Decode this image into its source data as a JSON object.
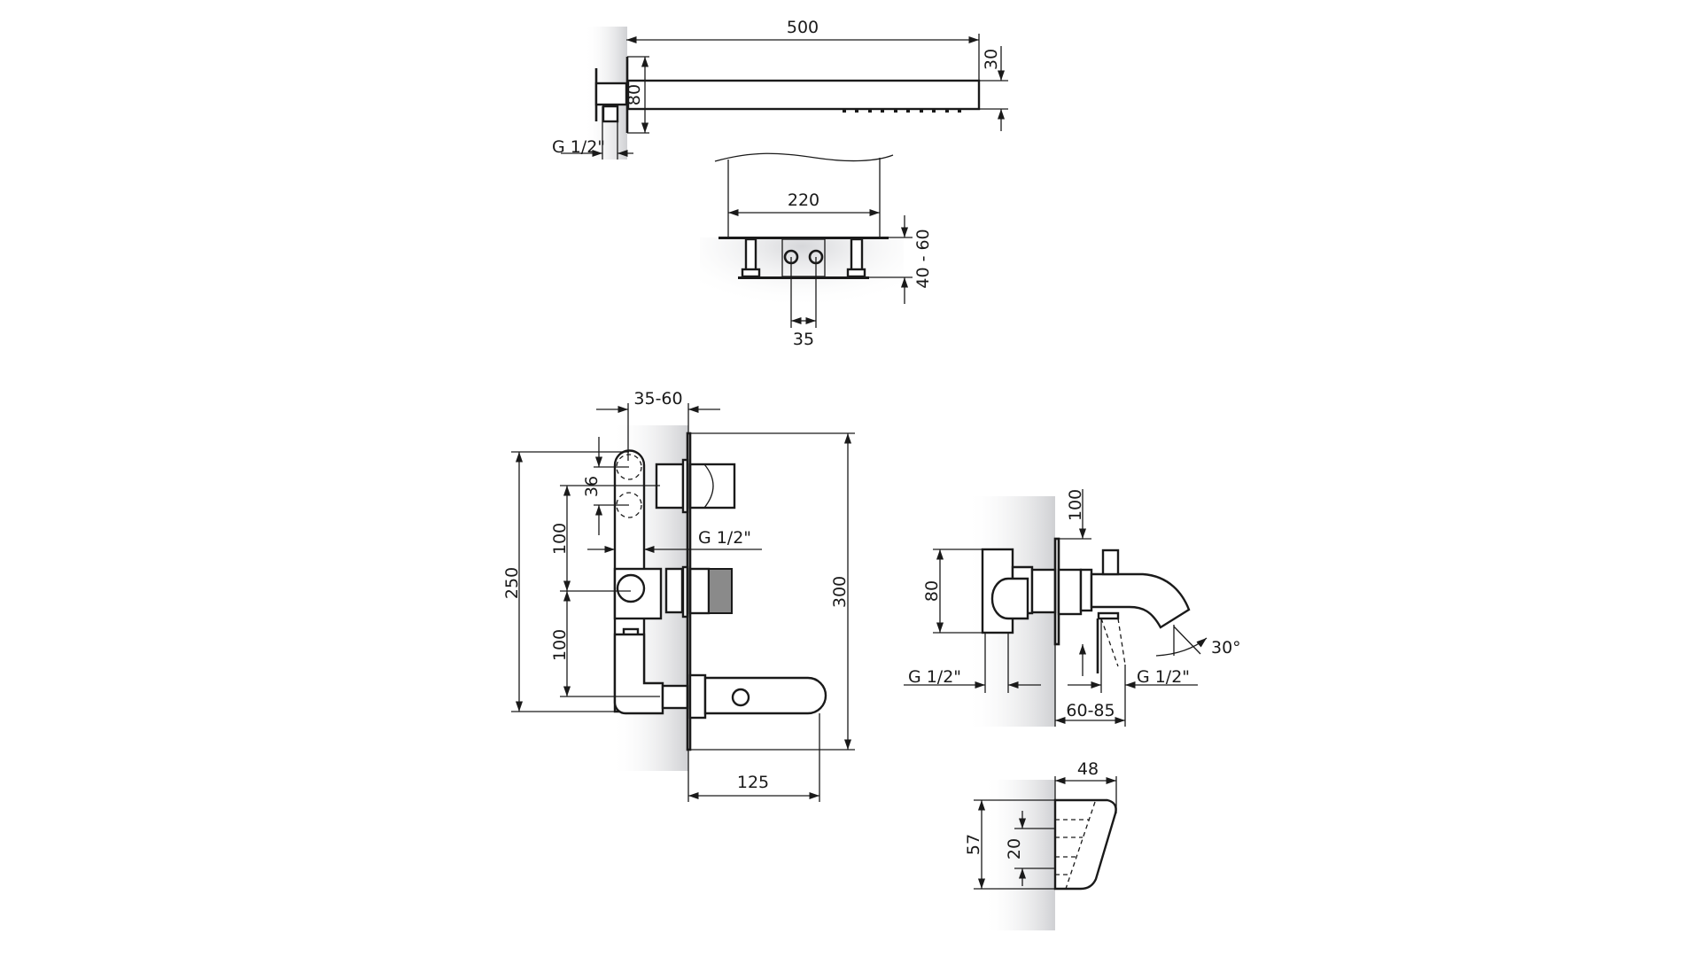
{
  "colors": {
    "line": "#1a1a1a",
    "shadow": "#d9dadc",
    "background": "#ffffff"
  },
  "shower_arm": {
    "length": "500",
    "height": "30",
    "plate": "80",
    "thread": "G 1/2\""
  },
  "shower_head_front": {
    "width": "220",
    "inlet_spacing": "35",
    "depth": "40 - 60"
  },
  "mixer": {
    "depth": "35-60",
    "spacing": "36",
    "upper_gap": "100",
    "lower_gap": "100",
    "thread": "G 1/2\"",
    "body_height": "250",
    "plate_height": "300",
    "lever_length": "125"
  },
  "spout": {
    "plate": "80",
    "height": "100",
    "thread_left": "G 1/2\"",
    "thread_right": "G 1/2\"",
    "projection": "60-85",
    "angle": "30°"
  },
  "spout_end": {
    "width": "48",
    "height": "57",
    "outlet": "20"
  }
}
